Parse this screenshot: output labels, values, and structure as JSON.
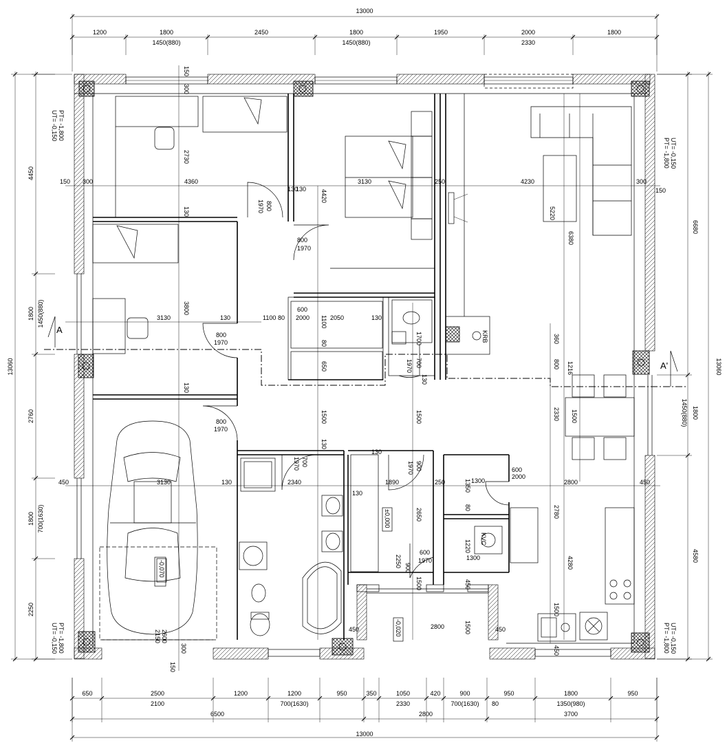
{
  "dims": {
    "top_total": "13000",
    "top_segments": [
      "1200",
      "1800",
      "2450",
      "1800",
      "1950",
      "2000",
      "1800"
    ],
    "top_windows": [
      "1450(880)",
      "1450(880)",
      "2330"
    ],
    "bottom_segments": [
      "650",
      "2500",
      "1200",
      "1200",
      "950",
      "350",
      "1050",
      "420",
      "900",
      "950",
      "1800",
      "950"
    ],
    "bottom_windows": [
      "2100",
      "700(1630)",
      "2330",
      "700(1630)",
      "80",
      "1350(980)"
    ],
    "bottom_mid": [
      "6500",
      "2800",
      "3700"
    ],
    "bottom_total": "13000",
    "left_total": "13060",
    "left_segments": [
      "4450",
      "1800",
      "2760",
      "1800",
      "2250"
    ],
    "left_windows": [
      "1450(880)",
      "700(1630)"
    ],
    "right_total": "13060",
    "right_segments": [
      "6680",
      "1800",
      "4580"
    ],
    "right_windows": [
      "1450(880)"
    ]
  },
  "interior_dims": [
    "150",
    "300",
    "2730",
    "300",
    "4360",
    "130",
    "4420",
    "3130",
    "250",
    "4230",
    "300",
    "150",
    "5220",
    "6380",
    "130",
    "3800",
    "3130",
    "130",
    "1100",
    "80",
    "2050",
    "130",
    "600",
    "2000",
    "1100",
    "80",
    "650",
    "1700",
    "700",
    "1970",
    "130",
    "360",
    "800",
    "1216",
    "2330",
    "1500",
    "1500",
    "1500",
    "130",
    "130",
    "3130",
    "130",
    "2340",
    "1890",
    "250",
    "1300",
    "2800",
    "450",
    "1350",
    "80",
    "130",
    "2650",
    "600",
    "2000",
    "2780",
    "1220",
    "1300",
    "2250",
    "900",
    "600",
    "1970",
    "1500",
    "4280",
    "1500",
    "450",
    "2800",
    "1500",
    "450",
    "450",
    "450",
    "2600",
    "2150",
    "300",
    "150",
    "130",
    "1970",
    "130",
    "150",
    "450",
    "900",
    "1970",
    "700",
    "1970"
  ],
  "doors": [
    {
      "w": "800",
      "h": "1970"
    },
    {
      "w": "800",
      "h": "1970"
    },
    {
      "w": "800",
      "h": "1970"
    },
    {
      "w": "800",
      "h": "1970"
    },
    {
      "w": "700",
      "h": "1970"
    },
    {
      "w": "900",
      "h": "1970"
    },
    {
      "w": "600",
      "h": "1970"
    },
    {
      "w": "900",
      "h": "1970"
    }
  ],
  "levels": {
    "floor": "±0,000",
    "garage": "-0,070",
    "terrace": "-0,020"
  },
  "wall_labels": {
    "nw": [
      "PT= -1,800",
      "UT= -0,150"
    ],
    "ne": [
      "PT= -1,800",
      "UT= -0,150"
    ],
    "sw": [
      "PT= -1,800",
      "UT= -0,150"
    ],
    "se": [
      "PT= -1,800",
      "UT= -0,150"
    ]
  },
  "fixtures": {
    "fireplace": "KRB",
    "boiler": "KVC"
  },
  "section": {
    "left": "A",
    "right": "A'"
  },
  "colors": {
    "line": "#000000",
    "background": "#ffffff"
  }
}
